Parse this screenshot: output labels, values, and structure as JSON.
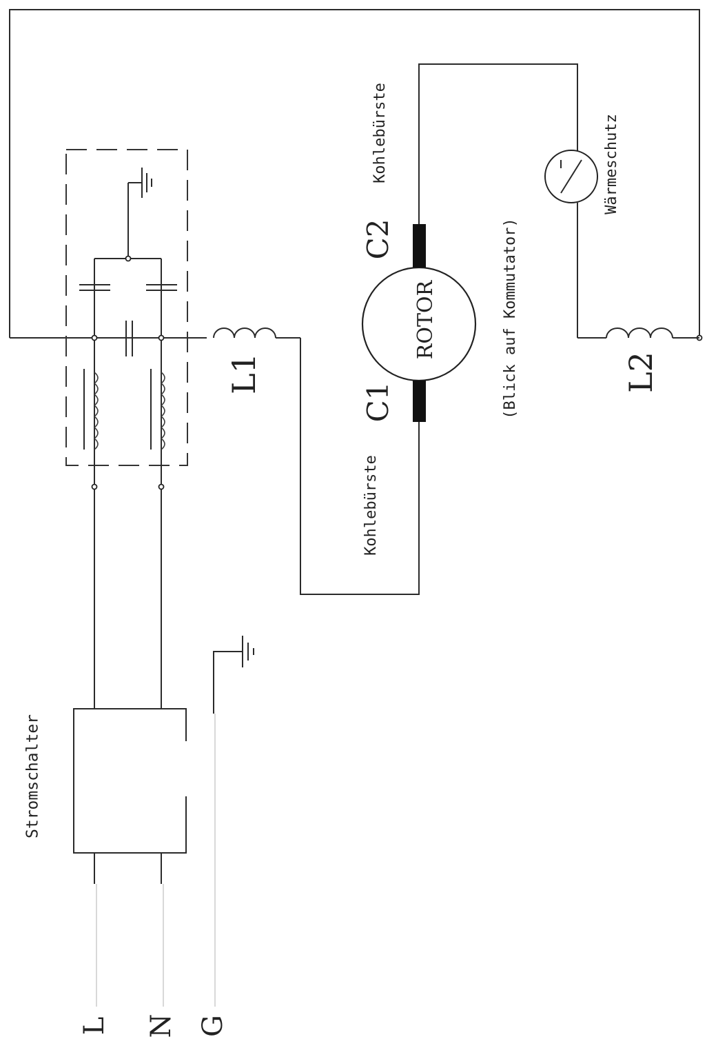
{
  "labels": {
    "rotor": "ROTOR",
    "brush_c1_id": "C1",
    "brush_c2_id": "C2",
    "brush_c1_text": "Kohlebürste",
    "brush_c2_text": "Kohlebürste",
    "brush_c1_text2": "Kohlebürste",
    "view_note": "(Blick auf Kommutator)",
    "thermal": "Wärmeschutz",
    "coil_l1": "L1",
    "coil_l2": "L2",
    "switch": "Stromschalter",
    "term_l": "L",
    "term_n": "N",
    "term_g": "G"
  }
}
